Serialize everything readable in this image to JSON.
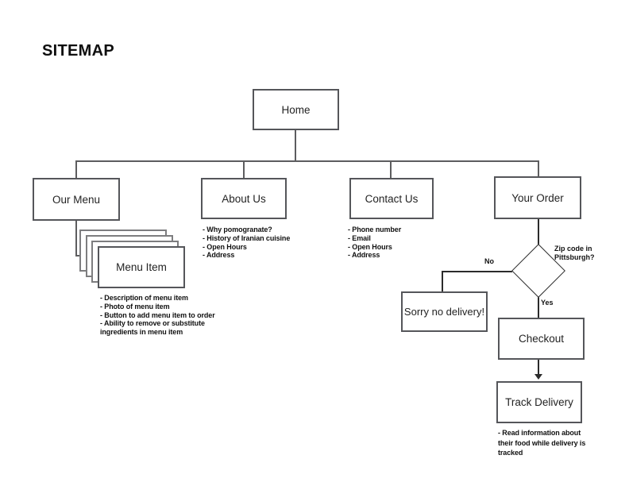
{
  "title": "SITEMAP",
  "colors": {
    "background": "#ffffff",
    "box_border": "#55565a",
    "back_card_border": "#7d7d7f",
    "line": "#5d5d5f",
    "text": "#1c1c1c"
  },
  "nodes": {
    "home": {
      "label": "Home"
    },
    "our_menu": {
      "label": "Our Menu"
    },
    "about_us": {
      "label": "About Us",
      "notes": [
        "- Why pomogranate?",
        "- History of Iranian cuisine",
        "- Open Hours",
        "- Address"
      ]
    },
    "contact_us": {
      "label": "Contact Us",
      "notes": [
        "- Phone number",
        "- Email",
        "- Open Hours",
        "- Address"
      ]
    },
    "your_order": {
      "label": "Your Order"
    },
    "menu_item": {
      "label": "Menu Item",
      "notes": [
        "- Description of menu item",
        "- Photo of menu item",
        "- Button to add menu item to order",
        "- Ability to remove or substitute",
        "ingredients in menu item"
      ]
    },
    "decision": {
      "label_lines": [
        "Zip code in",
        "Pittsburgh?"
      ],
      "no_label": "No",
      "yes_label": "Yes"
    },
    "sorry": {
      "label": "Sorry no delivery!"
    },
    "checkout": {
      "label": "Checkout"
    },
    "track_delivery": {
      "label": "Track Delivery",
      "notes": [
        "- Read information about",
        "their food while delivery is",
        "tracked"
      ]
    }
  }
}
